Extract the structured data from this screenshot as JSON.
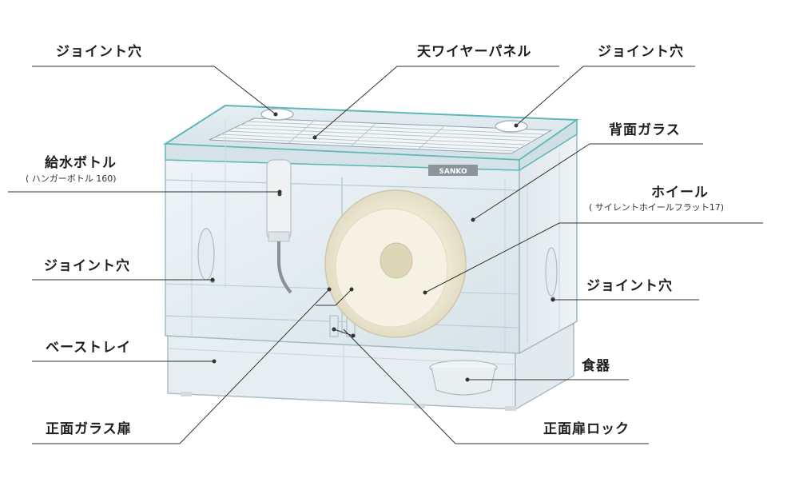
{
  "labels": {
    "joint_top_left": "ジョイント穴",
    "top_wire_panel": "天ワイヤーパネル",
    "joint_top_right": "ジョイント穴",
    "back_glass": "背面ガラス",
    "water_bottle": "給水ボトル",
    "water_bottle_sub": "( ハンガーボトル 160)",
    "wheel": "ホイール",
    "wheel_sub": "( サイレントホイールフラット17)",
    "joint_left": "ジョイント穴",
    "joint_right": "ジョイント穴",
    "base_tray": "ベーストレイ",
    "food_dish": "食器",
    "front_glass_door": "正面ガラス扉",
    "front_door_lock": "正面扉ロック"
  },
  "brand": "SANKO",
  "colors": {
    "line": "#333333",
    "acrylic": "#dfe9ee",
    "edge": "#9fb8c4",
    "teal": "#5fb8b5"
  }
}
